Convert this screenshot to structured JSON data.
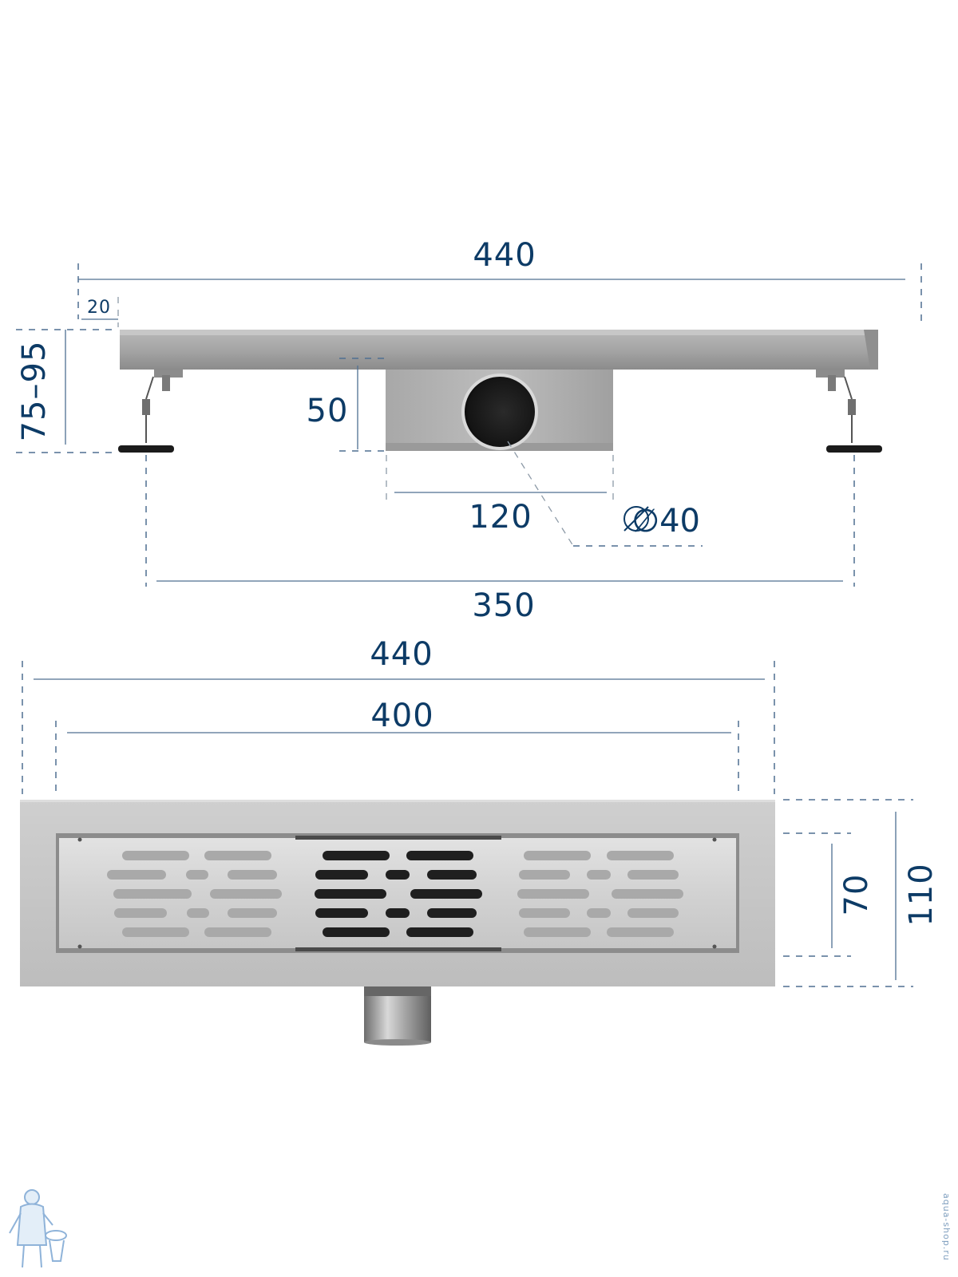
{
  "side_view": {
    "total_length": "440",
    "edge_offset": "20",
    "height_range": "75–95",
    "body_height": "50",
    "body_width": "120",
    "outlet_diameter": "∅40",
    "feet_span": "350"
  },
  "top_view": {
    "total_length": "440",
    "grate_length": "400",
    "grate_width": "70",
    "total_width": "110"
  },
  "watermark": "aqua-shop.ru",
  "colors": {
    "dimension_text": "#0d3b66",
    "dimension_line": "#4f6f91",
    "steel_light": "#c9c9c9",
    "steel_dark": "#9a9a9a",
    "slot_dark": "#1f1f1f"
  }
}
